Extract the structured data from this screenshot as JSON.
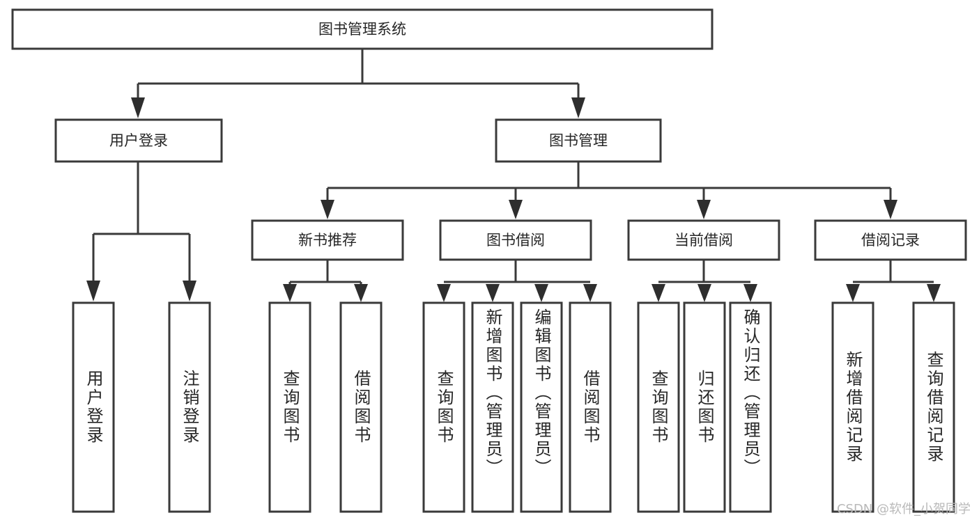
{
  "diagram": {
    "type": "tree",
    "title_node": {
      "id": "root",
      "label": "图书管理系统"
    },
    "level2": [
      {
        "id": "user-login",
        "label": "用户登录"
      },
      {
        "id": "book-management",
        "label": "图书管理"
      }
    ],
    "level3": [
      {
        "id": "new-book-recommend",
        "label": "新书推荐",
        "parent": "book-management"
      },
      {
        "id": "book-borrow",
        "label": "图书借阅",
        "parent": "book-management"
      },
      {
        "id": "current-borrow",
        "label": "当前借阅",
        "parent": "book-management"
      },
      {
        "id": "borrow-record",
        "label": "借阅记录",
        "parent": "book-management"
      }
    ],
    "leaves": [
      {
        "id": "leaf-user-login",
        "label": "用户登录",
        "parent": "user-login"
      },
      {
        "id": "leaf-logout-login",
        "label": "注销登录",
        "parent": "user-login"
      },
      {
        "id": "leaf-query-book-1",
        "label": "查询图书",
        "parent": "new-book-recommend"
      },
      {
        "id": "leaf-borrow-book-1",
        "label": "借阅图书",
        "parent": "new-book-recommend"
      },
      {
        "id": "leaf-query-book-2",
        "label": "查询图书",
        "parent": "book-borrow"
      },
      {
        "id": "leaf-add-book",
        "label": "新增图书（管理员）",
        "parent": "book-borrow"
      },
      {
        "id": "leaf-edit-book",
        "label": "编辑图书（管理员）",
        "parent": "book-borrow"
      },
      {
        "id": "leaf-borrow-book-2",
        "label": "借阅图书",
        "parent": "book-borrow"
      },
      {
        "id": "leaf-query-book-3",
        "label": "查询图书",
        "parent": "current-borrow"
      },
      {
        "id": "leaf-return-book",
        "label": "归还图书",
        "parent": "current-borrow"
      },
      {
        "id": "leaf-confirm-return",
        "label": "确认归还（管理员）",
        "parent": "current-borrow"
      },
      {
        "id": "leaf-add-record",
        "label": "新增借阅记录",
        "parent": "borrow-record"
      },
      {
        "id": "leaf-query-record",
        "label": "查询借阅记录",
        "parent": "borrow-record"
      }
    ],
    "colors": {
      "box_stroke": "#3a3a3a",
      "box_fill": "#ffffff",
      "connector": "#3a3a3a",
      "text": "#262626",
      "background": "#ffffff",
      "watermark": "#b9b9b9"
    }
  },
  "watermark": {
    "text": "CSDN @软件_小贺同学"
  }
}
